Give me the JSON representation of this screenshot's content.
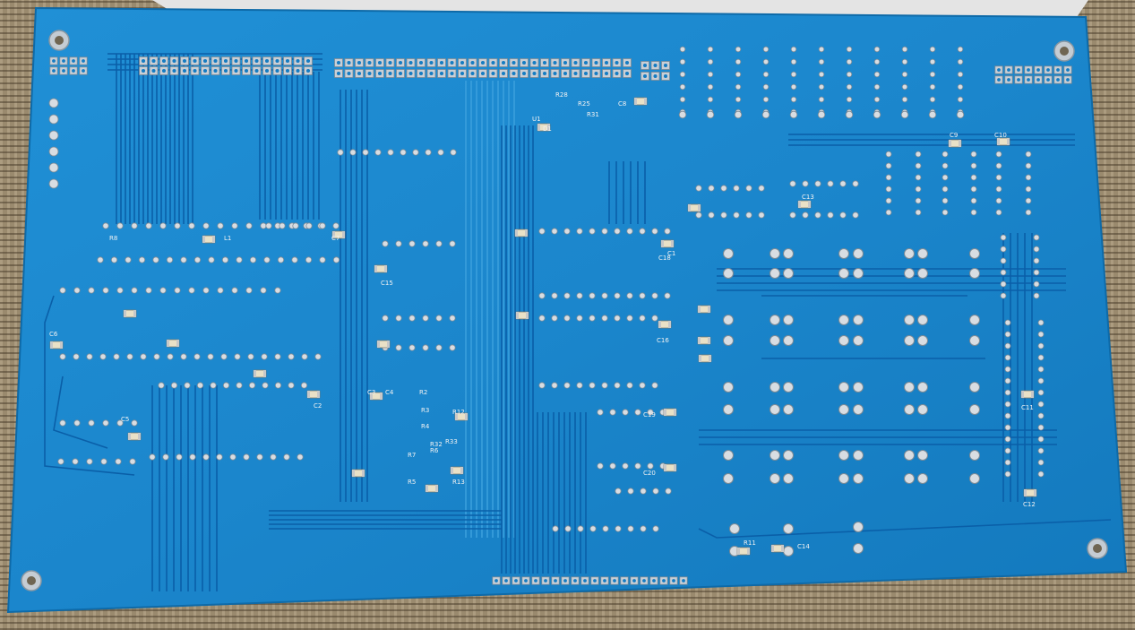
{
  "scene": {
    "subject": "pcb",
    "colors": {
      "board": "#1e8ad0",
      "board_dark": "#157cc2",
      "trace": "#0a5fa8",
      "trace_light": "#3a9fdc",
      "pad": "#d8dde2",
      "pad_shadow": "#7b8a96",
      "component_body": "#e9e1c7",
      "component_end": "#c8c8c8",
      "silkscreen": "#f2f2f2",
      "background_fabric": "#9a8a6e",
      "top_white_item": "#e4e4e4"
    },
    "silkscreen_labels": [
      "C1",
      "C2",
      "C3",
      "C4",
      "C5",
      "C6",
      "C7",
      "C8",
      "C9",
      "C10",
      "C11",
      "C12",
      "C13",
      "C14",
      "C15",
      "C16",
      "C18",
      "C19",
      "C20",
      "R2",
      "R3",
      "R4",
      "R5",
      "R6",
      "R7",
      "R8",
      "R11",
      "R12",
      "R13",
      "R25",
      "R28",
      "R31",
      "R32",
      "R33",
      "D1",
      "U1",
      "L1"
    ]
  }
}
